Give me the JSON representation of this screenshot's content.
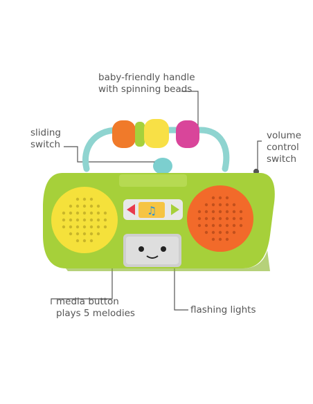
{
  "labels": {
    "handle": "baby-friendly handle\nwith spinning beads",
    "sliding_switch": "sliding\nswitch",
    "volume": "volume\ncontrol\nswitch",
    "media_button": "media button\nplays 5 melodies",
    "flashing_lights": "flashing lights"
  },
  "colors": {
    "body_green": "#a6d03a",
    "body_dark": "#86b322",
    "handle_teal": "#8fd4d0",
    "speaker_yellow": "#f5e13b",
    "speaker_orange": "#f26a2a",
    "screen_gray": "#d8d8d8",
    "bead_orange": "#f07a2a",
    "bead_green": "#a5d13c",
    "bead_yellow": "#f8e046",
    "bead_pink": "#d9459a"
  },
  "icons": [
    "music-note-icon",
    "arrow-left-icon",
    "arrow-right-icon",
    "smiley-face-icon"
  ]
}
